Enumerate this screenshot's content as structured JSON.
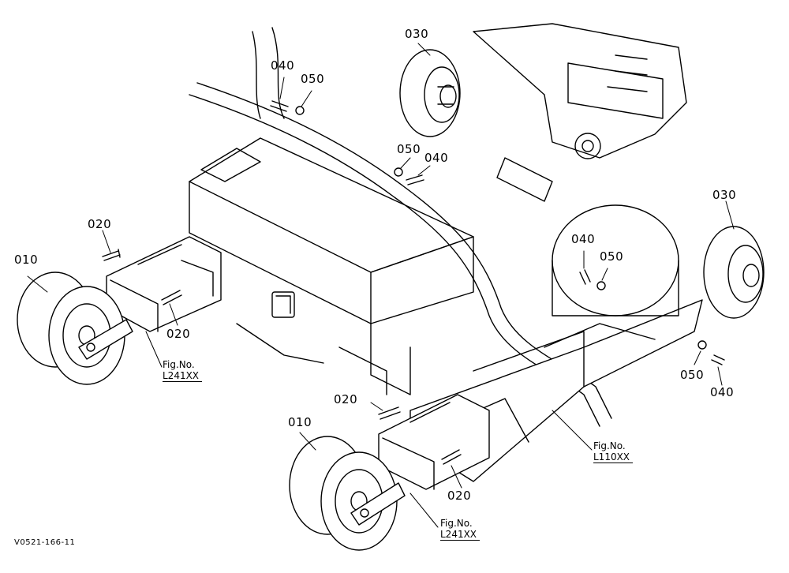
{
  "callouts": {
    "c010_left": "010",
    "c010_bottom": "010",
    "c020_a": "020",
    "c020_b": "020",
    "c020_c": "020",
    "c020_d": "020",
    "c030_top": "030",
    "c030_right": "030",
    "c040_a": "040",
    "c040_b": "040",
    "c040_c": "040",
    "c040_d": "040",
    "c050_a": "050",
    "c050_b": "050",
    "c050_c": "050",
    "c050_d": "050"
  },
  "fig_refs": {
    "left": {
      "prefix": "Fig.No.",
      "code": "L241XX"
    },
    "bottom": {
      "prefix": "Fig.No.",
      "code": "L241XX"
    },
    "frame": {
      "prefix": "Fig.No.",
      "code": "L110XX"
    }
  },
  "footer": {
    "drawing_id": "V0521-166-11"
  }
}
